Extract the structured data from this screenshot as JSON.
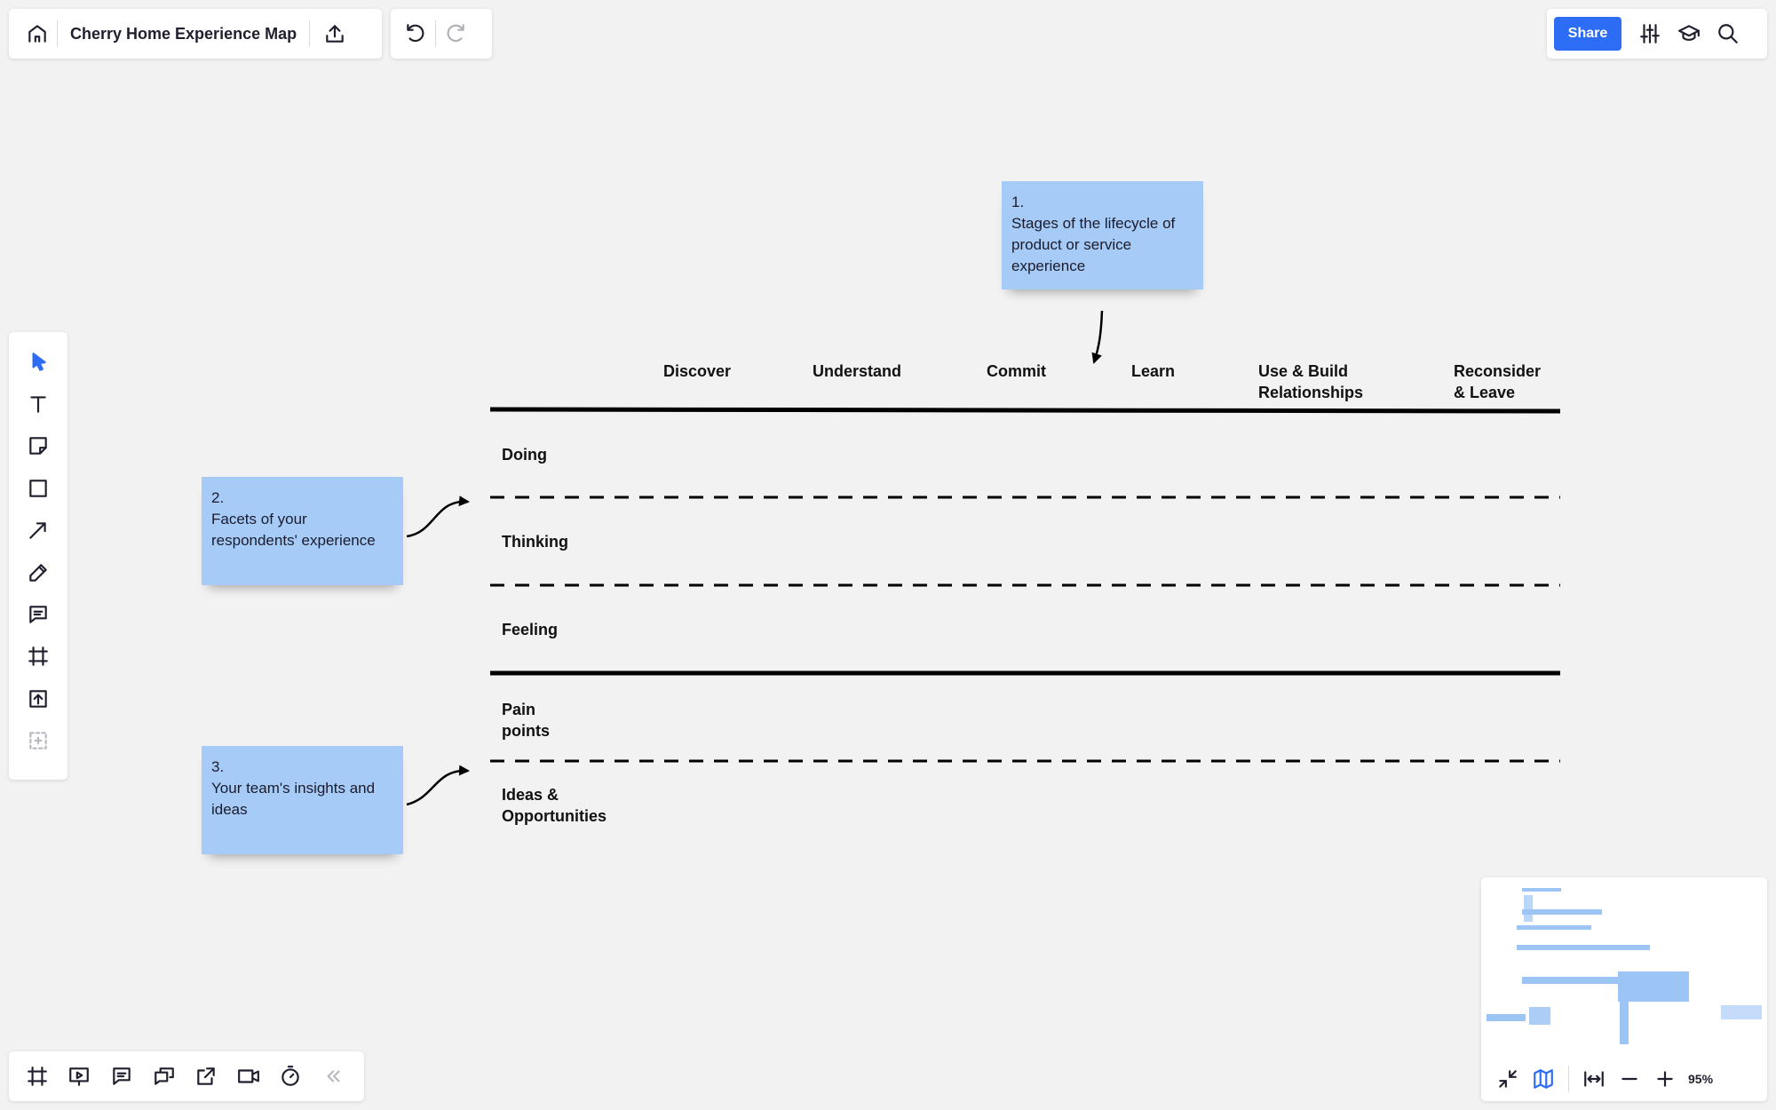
{
  "header": {
    "board_title": "Cherry Home Experience Map",
    "share_label": "Share"
  },
  "icons": {
    "home": "home-icon",
    "export": "upload-icon",
    "undo": "undo-icon",
    "redo": "redo-icon",
    "settings": "sliders-icon",
    "learn": "graduation-cap-icon",
    "search": "search-icon"
  },
  "left_toolbar": [
    "select",
    "text",
    "sticky-note",
    "shape",
    "arrow",
    "pen",
    "comment",
    "frame",
    "upload",
    "more-apps"
  ],
  "bottom_toolbar": [
    "frames",
    "present",
    "comments",
    "chat",
    "share-screen",
    "video",
    "timer",
    "collapse"
  ],
  "canvas": {
    "stages": [
      "Discover",
      "Understand",
      "Commit",
      "Learn",
      "Use & Build\nRelationships",
      "Reconsider\n& Leave"
    ],
    "rows": [
      "Doing",
      "Thinking",
      "Feeling",
      "Pain\npoints",
      "Ideas &\nOpportunities"
    ],
    "sticky_notes": [
      "1.\nStages of the lifecycle of product or service experience",
      "2.\nFacets of your respondents' experience",
      "3.\nYour team's insights and ideas"
    ]
  },
  "zoom": {
    "level": "95%"
  },
  "colors": {
    "accent": "#2d6cf5",
    "sticky": "#a6cbf6",
    "background": "#f2f2f2"
  }
}
